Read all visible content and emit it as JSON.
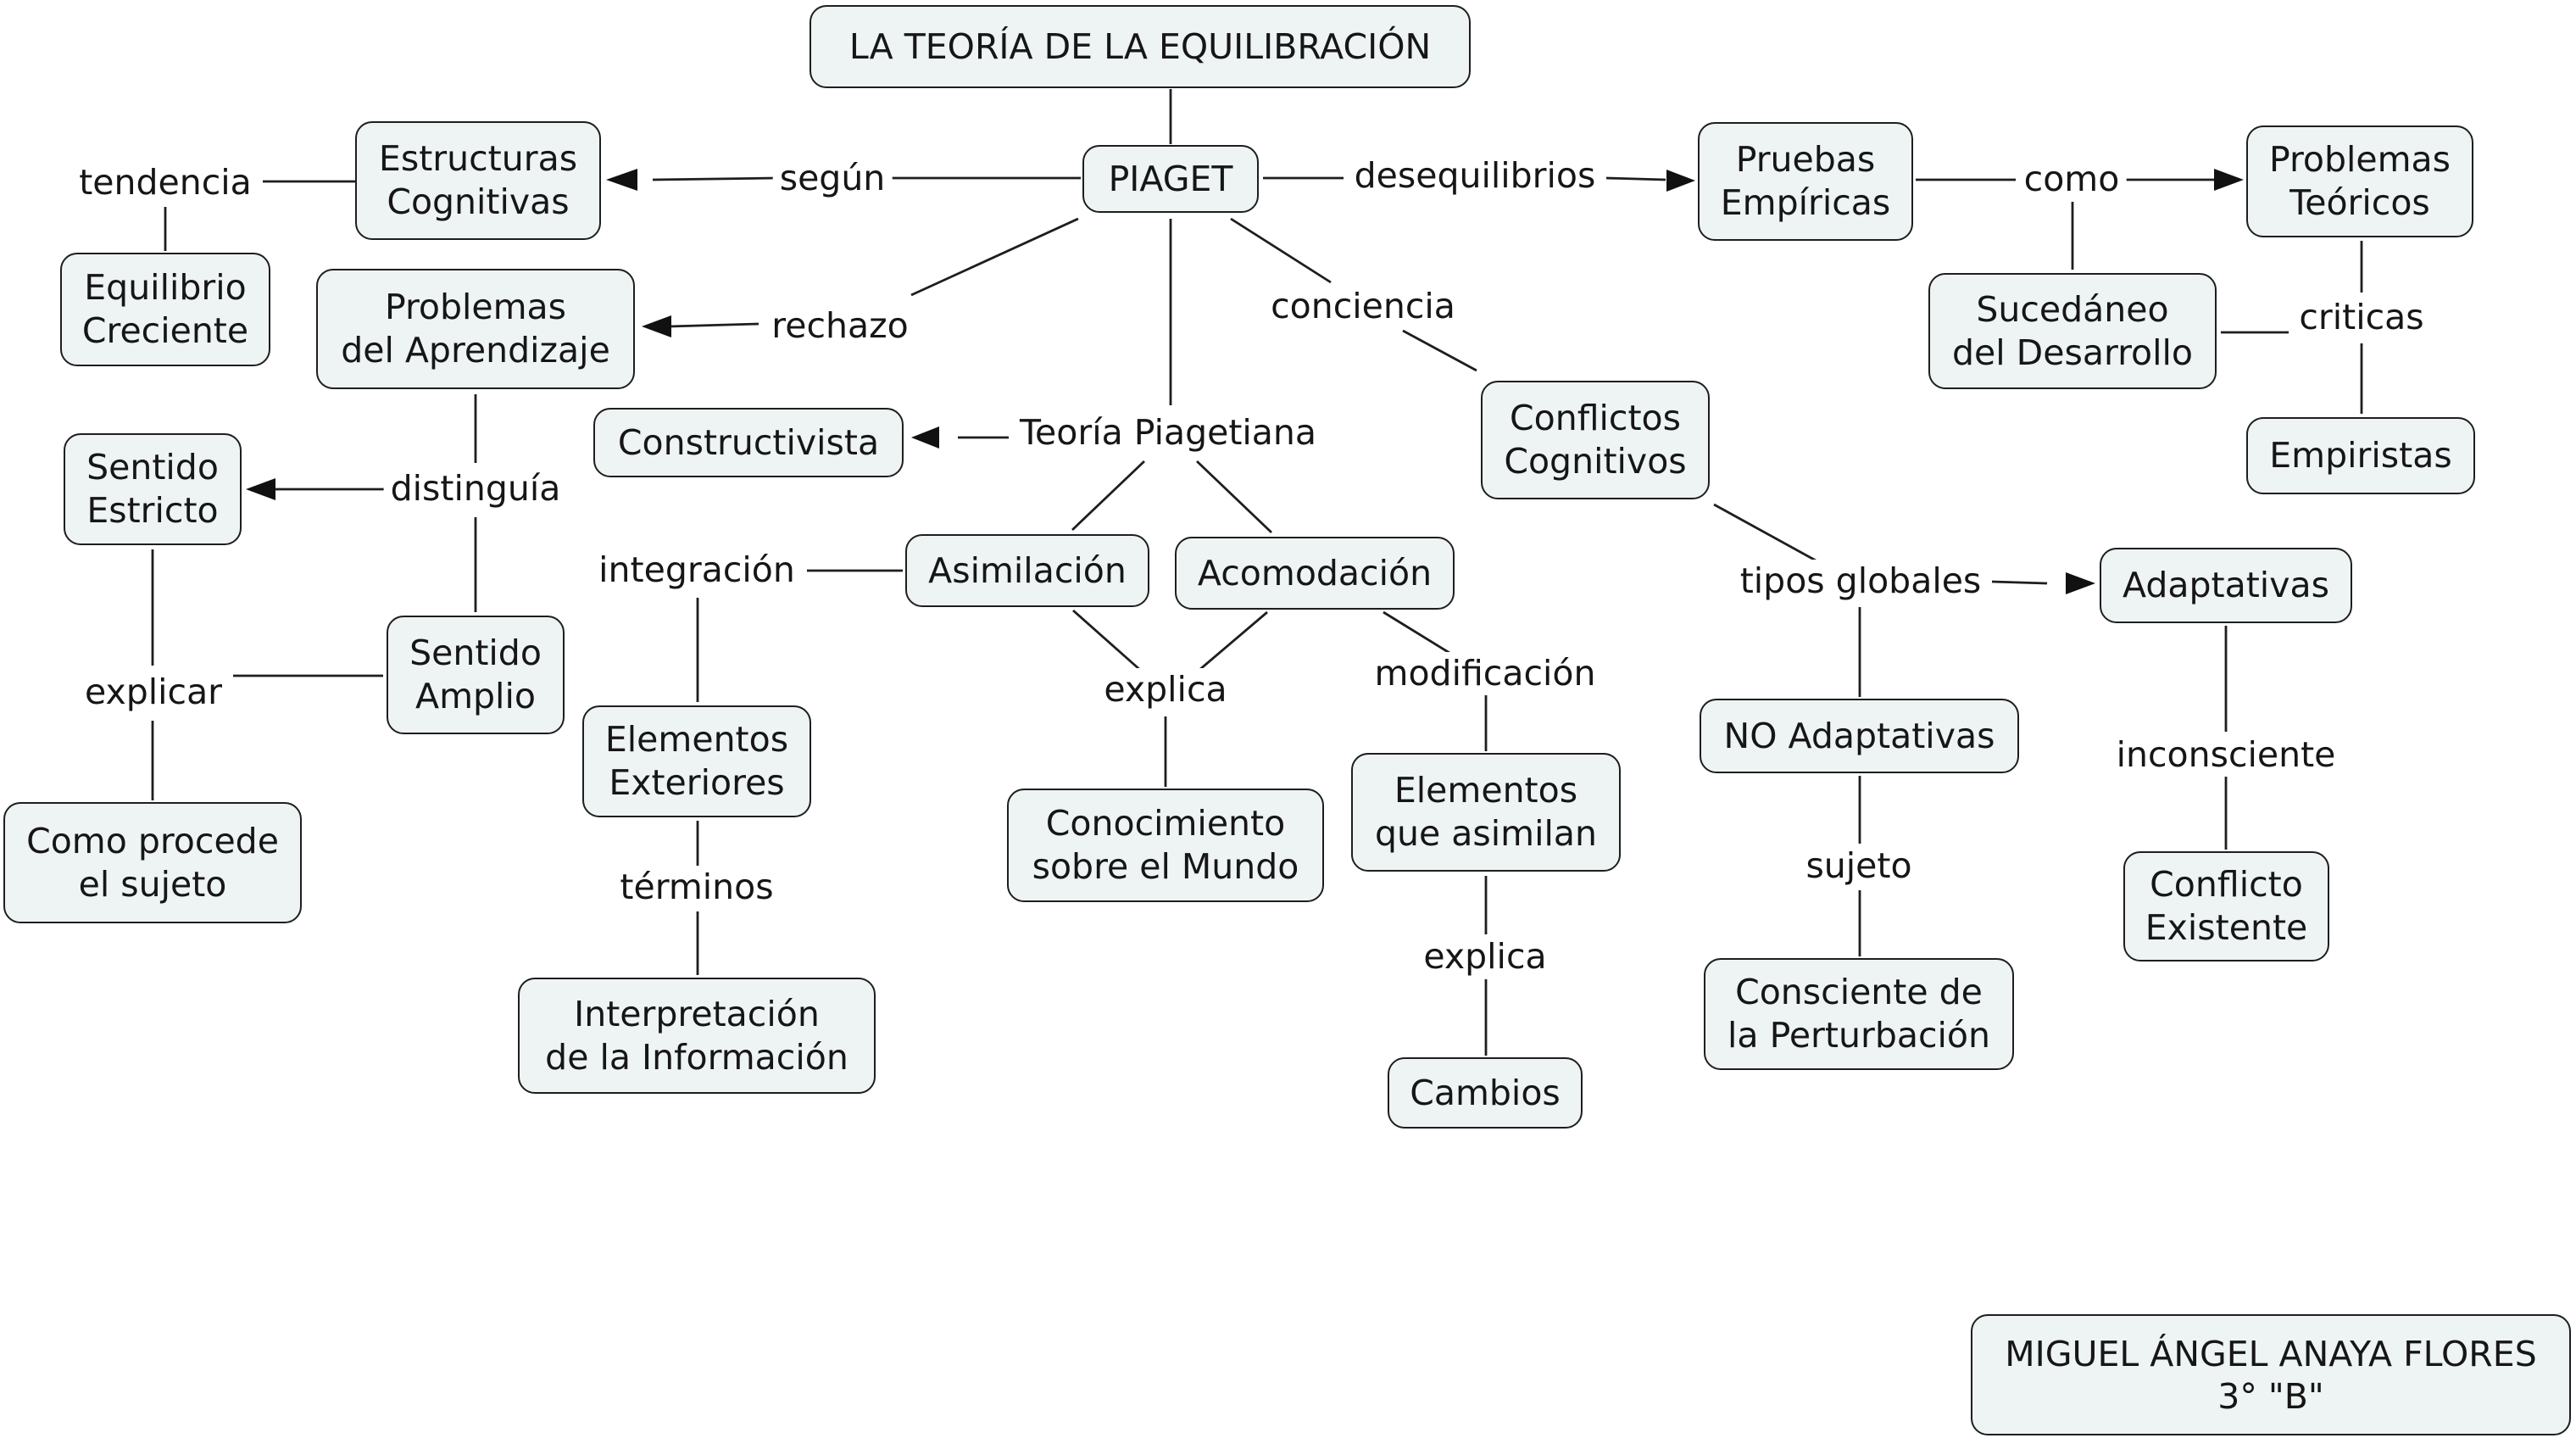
{
  "title": "LA TEORÍA DE LA EQUILIBRACIÓN",
  "nodes": {
    "piaget": "PIAGET",
    "estructuras": "Estructuras\nCognitivas",
    "equilibrio": "Equilibrio\nCreciente",
    "problemas_aprendizaje": "Problemas\ndel Aprendizaje",
    "constructivista": "Constructivista",
    "sentido_estricto": "Sentido\nEstricto",
    "sentido_amplio": "Sentido\nAmplio",
    "como_procede": "Como procede\nel sujeto",
    "asimilacion": "Asimilación",
    "acomodacion": "Acomodación",
    "elementos_exteriores": "Elementos\nExteriores",
    "interpretacion": "Interpretación\nde la Información",
    "conocimiento": "Conocimiento\nsobre el Mundo",
    "elementos_asimilan": "Elementos\nque asimilan",
    "cambios": "Cambios",
    "conflictos": "Conflictos\nCognitivos",
    "pruebas": "Pruebas\nEmpíricas",
    "problemas_teoricos": "Problemas\nTeóricos",
    "sucedaneo": "Sucedáneo\ndel Desarrollo",
    "empiristas": "Empiristas",
    "adaptativas": "Adaptativas",
    "no_adaptativas": "NO Adaptativas",
    "consciente": "Consciente de\nla Perturbación",
    "conflicto_existente": "Conflicto\nExistente",
    "author": "MIGUEL ÁNGEL ANAYA FLORES\n3°      \"B\""
  },
  "links": {
    "segun": "según",
    "tendencia": "tendencia",
    "rechazo": "rechazo",
    "desequilibrios": "desequilibrios",
    "conciencia": "conciencia",
    "teoria_piagetiana": "Teoría Piagetiana",
    "distinguia": "distinguía",
    "explicar": "explicar",
    "integracion": "integración",
    "terminos": "términos",
    "explica_1": "explica",
    "modificacion": "modificación",
    "explica_2": "explica",
    "como": "como",
    "criticas": "criticas",
    "tipos_globales": "tipos globales",
    "sujeto": "sujeto",
    "inconsciente": "inconsciente"
  },
  "colors": {
    "node_fill": "#eef3f4",
    "node_border": "#1e1e1e",
    "line": "#1e1e1e",
    "background": "#ffffff"
  }
}
